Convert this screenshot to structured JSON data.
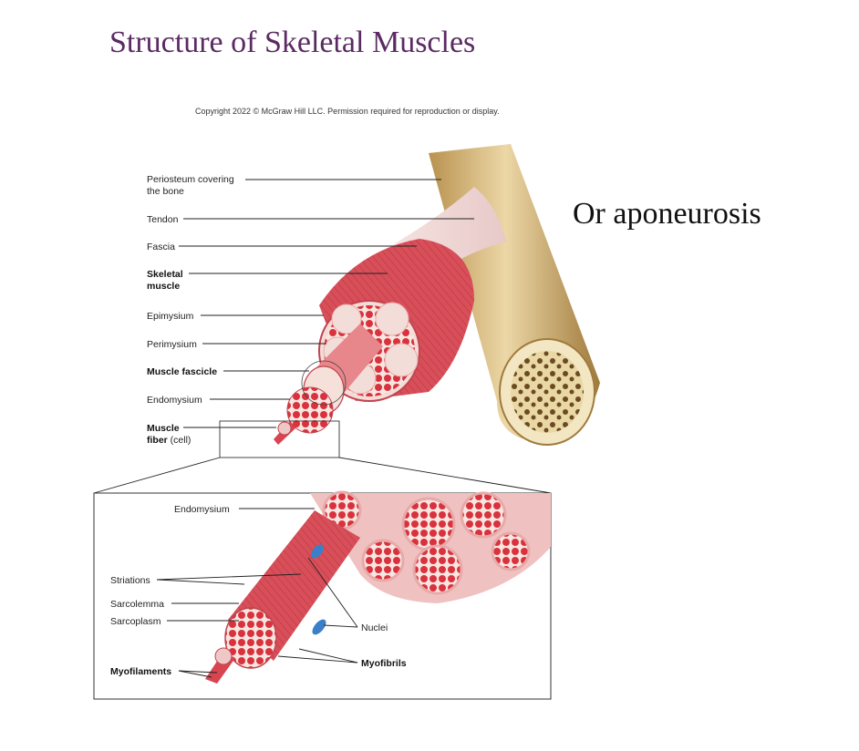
{
  "slide": {
    "title": "Structure of Skeletal Muscles",
    "copyright": "Copyright 2022 © McGraw Hill LLC. Permission required for reproduction or display.",
    "side_note": "Or aponeurosis"
  },
  "upper_labels": {
    "periosteum_1": "Periosteum covering",
    "periosteum_2": "the bone",
    "tendon": "Tendon",
    "fascia": "Fascia",
    "skeletal_1": "Skeletal",
    "skeletal_2": "muscle",
    "epimysium": "Epimysium",
    "perimysium": "Perimysium",
    "fascicle": "Muscle fascicle",
    "endomysium": "Endomysium",
    "fiber_1": "Muscle",
    "fiber_2_bold": "fiber",
    "fiber_2_rest": " (cell)"
  },
  "inset_labels": {
    "endomysium": "Endomysium",
    "striations": "Striations",
    "sarcolemma": "Sarcolemma",
    "sarcoplasm": "Sarcoplasm",
    "nuclei": "Nuclei",
    "myofibrils": "Myofibrils",
    "myofilaments": "Myofilaments"
  },
  "colors": {
    "title": "#5b2a63",
    "muscle": "#d9505a",
    "bone": "#dcc08a",
    "tendon": "#f2dede",
    "nucleus": "#3a7fc8"
  }
}
